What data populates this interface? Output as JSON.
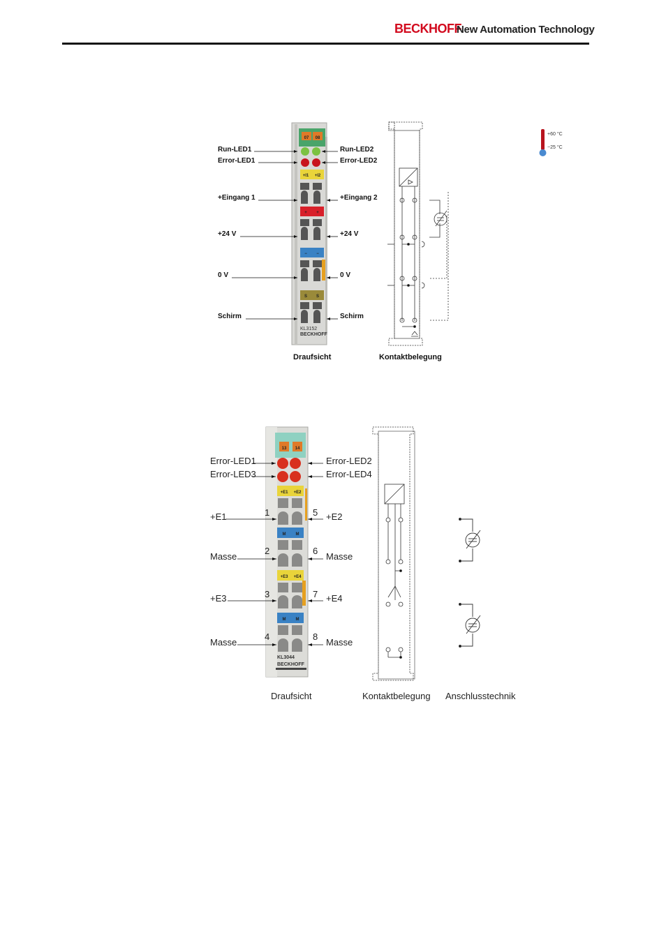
{
  "header": {
    "brand": "BECKHOFF",
    "tagline": "New Automation Technology"
  },
  "figure1": {
    "model": "KL3152",
    "brand": "BECKHOFF",
    "tab_labels": [
      "07",
      "08"
    ],
    "temp_high": "+60 °C",
    "temp_low": "−25 °C",
    "left_labels": [
      "Run-LED1",
      "Error-LED1",
      "+Eingang 1",
      "+24 V",
      "0 V",
      "Schirm"
    ],
    "right_labels": [
      "Run-LED2",
      "Error-LED2",
      "+Eingang 2",
      "+24 V",
      "0 V",
      "Schirm"
    ],
    "segment_labels": [
      "+I1",
      "+I2",
      "+",
      "+",
      "−",
      "−",
      "S",
      "S"
    ],
    "captions": {
      "top_view": "Draufsicht",
      "contacts": "Kontaktbelegung"
    }
  },
  "figure2": {
    "model": "KL3044",
    "brand": "BECKHOFF",
    "tab_labels": [
      "13",
      "14"
    ],
    "left_labels": [
      "Error-LED1",
      "Error-LED3",
      "+E1",
      "Masse",
      "+E3",
      "Masse"
    ],
    "right_labels": [
      "Error-LED2",
      "Error-LED4",
      "+E2",
      "Masse",
      "+E4",
      "Masse"
    ],
    "left_numbers": [
      "1",
      "2",
      "3",
      "4"
    ],
    "right_numbers": [
      "5",
      "6",
      "7",
      "8"
    ],
    "segment_labels": [
      "+E1",
      "+E2",
      "M",
      "M",
      "+E3",
      "+E4",
      "M",
      "M"
    ],
    "captions": {
      "top_view": "Draufsicht",
      "contacts": "Kontaktbelegung",
      "connection": "Anschlusstechnik"
    }
  },
  "colors": {
    "brand_red": "#d20a1e",
    "led_green": "#7cc242",
    "led_red": "#c8141e",
    "tab_orange": "#e07a28",
    "tab_green": "#4aa46a",
    "seg_yellow": "#e9d43a",
    "seg_red": "#d8202a",
    "seg_blue": "#3a82c4",
    "seg_olive": "#9a8a3a"
  }
}
